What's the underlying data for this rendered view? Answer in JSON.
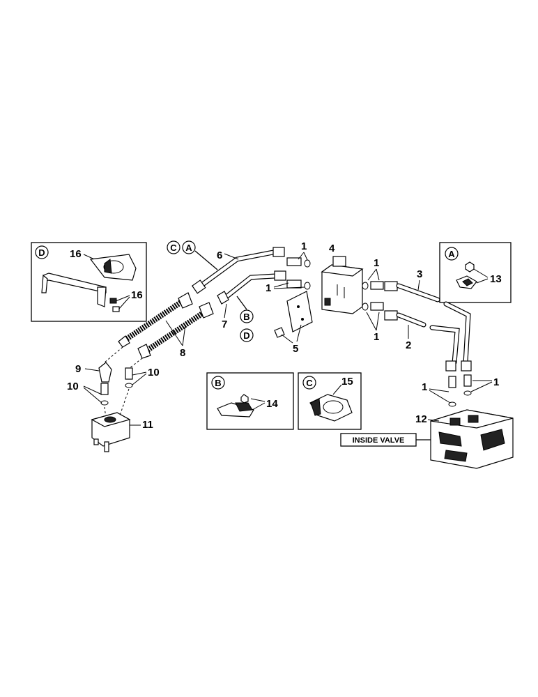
{
  "callouts": {
    "n1": "1",
    "n2": "2",
    "n3": "3",
    "n4": "4",
    "n5": "5",
    "n6": "6",
    "n7": "7",
    "n8": "8",
    "n9": "9",
    "n10": "10",
    "n11": "11",
    "n12": "12",
    "n13": "13",
    "n14": "14",
    "n15": "15",
    "n16": "16"
  },
  "letters": {
    "a": "A",
    "b": "B",
    "c": "C",
    "d": "D"
  },
  "inside_valve_label": "INSIDE VALVE"
}
